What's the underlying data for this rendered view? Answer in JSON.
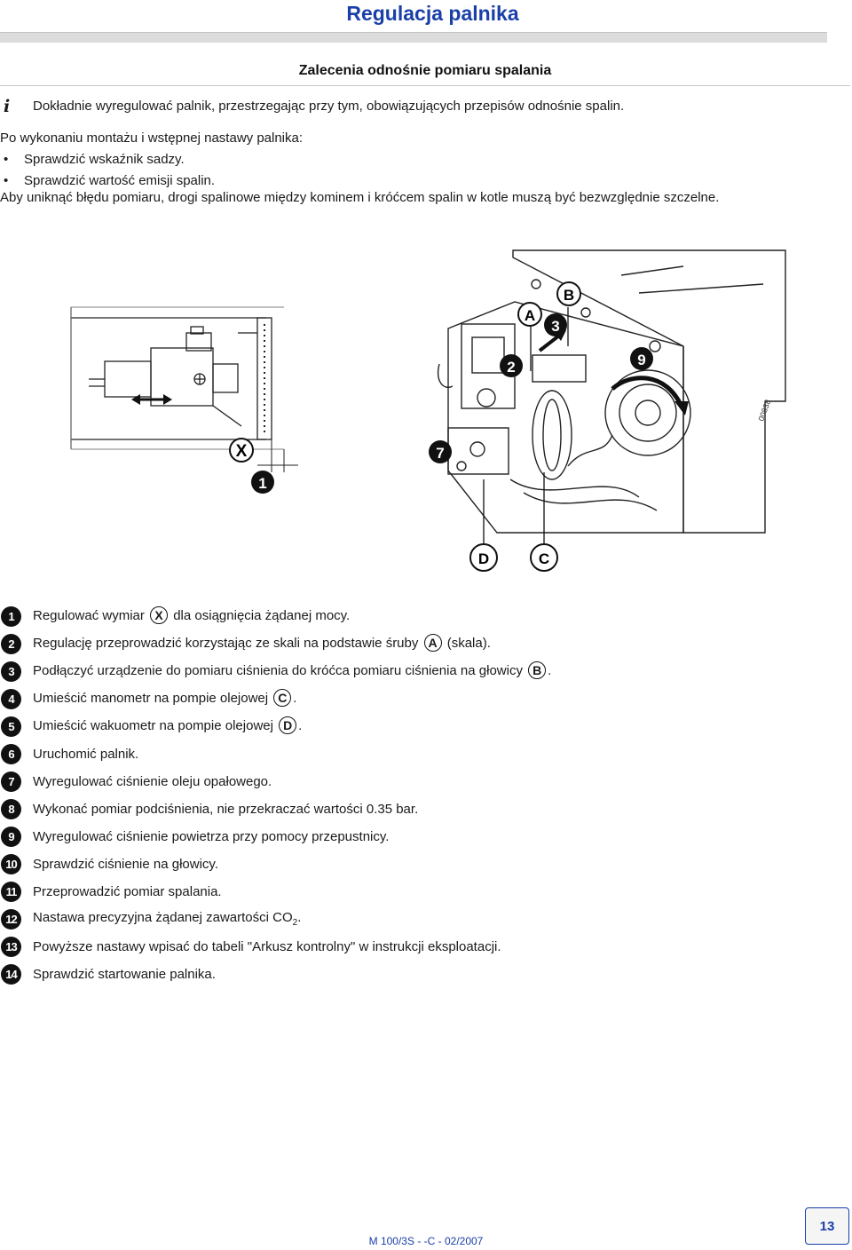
{
  "header": {
    "title": "Regulacja palnika",
    "section": "Zalecenia odnośnie pomiaru spalania"
  },
  "info": {
    "icon": "i",
    "text": "Dokładnie wyregulować palnik, przestrzegając przy tym, obowiązujących przepisów odnośnie spalin."
  },
  "intro": "Po wykonaniu montażu i wstępnej nastawy palnika:",
  "bullets": [
    "Sprawdzić wskaźnik sadzy.",
    "Sprawdzić wartość emisji spalin."
  ],
  "warning": "Aby uniknąć błędu pomiaru, drogi spalinowe między kominem i króćcem spalin w kotle muszą być bezwzględnie szczelne.",
  "figure": {
    "labels": {
      "X": "X",
      "n1": "1",
      "A": "A",
      "B": "B",
      "n2": "2",
      "n3": "3",
      "n9": "9",
      "n7": "7",
      "D": "D",
      "C": "C",
      "code": "00838"
    }
  },
  "steps": [
    {
      "num": "1",
      "pre": "Regulować wymiar",
      "ref": "X",
      "post": "dla osiągnięcia żądanej mocy."
    },
    {
      "num": "2",
      "pre": "Regulację przeprowadzić korzystając ze skali na podstawie śruby",
      "ref": "A",
      "post": "(skala)."
    },
    {
      "num": "3",
      "pre": "Podłączyć urządzenie do pomiaru ciśnienia do króćca pomiaru ciśnienia na głowicy",
      "ref": "B",
      "post": "."
    },
    {
      "num": "4",
      "pre": "Umieścić manometr na pompie olejowej",
      "ref": "C",
      "post": "."
    },
    {
      "num": "5",
      "pre": "Umieścić wakuometr na pompie olejowej",
      "ref": "D",
      "post": "."
    },
    {
      "num": "6",
      "pre": "Uruchomić palnik.",
      "ref": "",
      "post": ""
    },
    {
      "num": "7",
      "pre": "Wyregulować ciśnienie oleju opałowego.",
      "ref": "",
      "post": ""
    },
    {
      "num": "8",
      "pre": "Wykonać pomiar podciśnienia, nie przekraczać wartości 0.35 bar.",
      "ref": "",
      "post": ""
    },
    {
      "num": "9",
      "pre": "Wyregulować ciśnienie powietrza przy pomocy przepustnicy.",
      "ref": "",
      "post": ""
    },
    {
      "num": "10",
      "pre": "Sprawdzić ciśnienie na głowicy.",
      "ref": "",
      "post": ""
    },
    {
      "num": "11",
      "pre": "Przeprowadzić pomiar spalania.",
      "ref": "",
      "post": ""
    },
    {
      "num": "12",
      "pre": "Nastawa precyzyjna żądanej zawartości CO",
      "sub": "2",
      "ref": "",
      "post": "."
    },
    {
      "num": "13",
      "pre": "Powyższe nastawy wpisać do tabeli \"Arkusz kontrolny\" w instrukcji eksploatacji.",
      "ref": "",
      "post": ""
    },
    {
      "num": "14",
      "pre": "Sprawdzić startowanie palnika.",
      "ref": "",
      "post": ""
    }
  ],
  "footer": {
    "doc": "M 100/3S -   -C - 02/2007",
    "page": "13"
  }
}
